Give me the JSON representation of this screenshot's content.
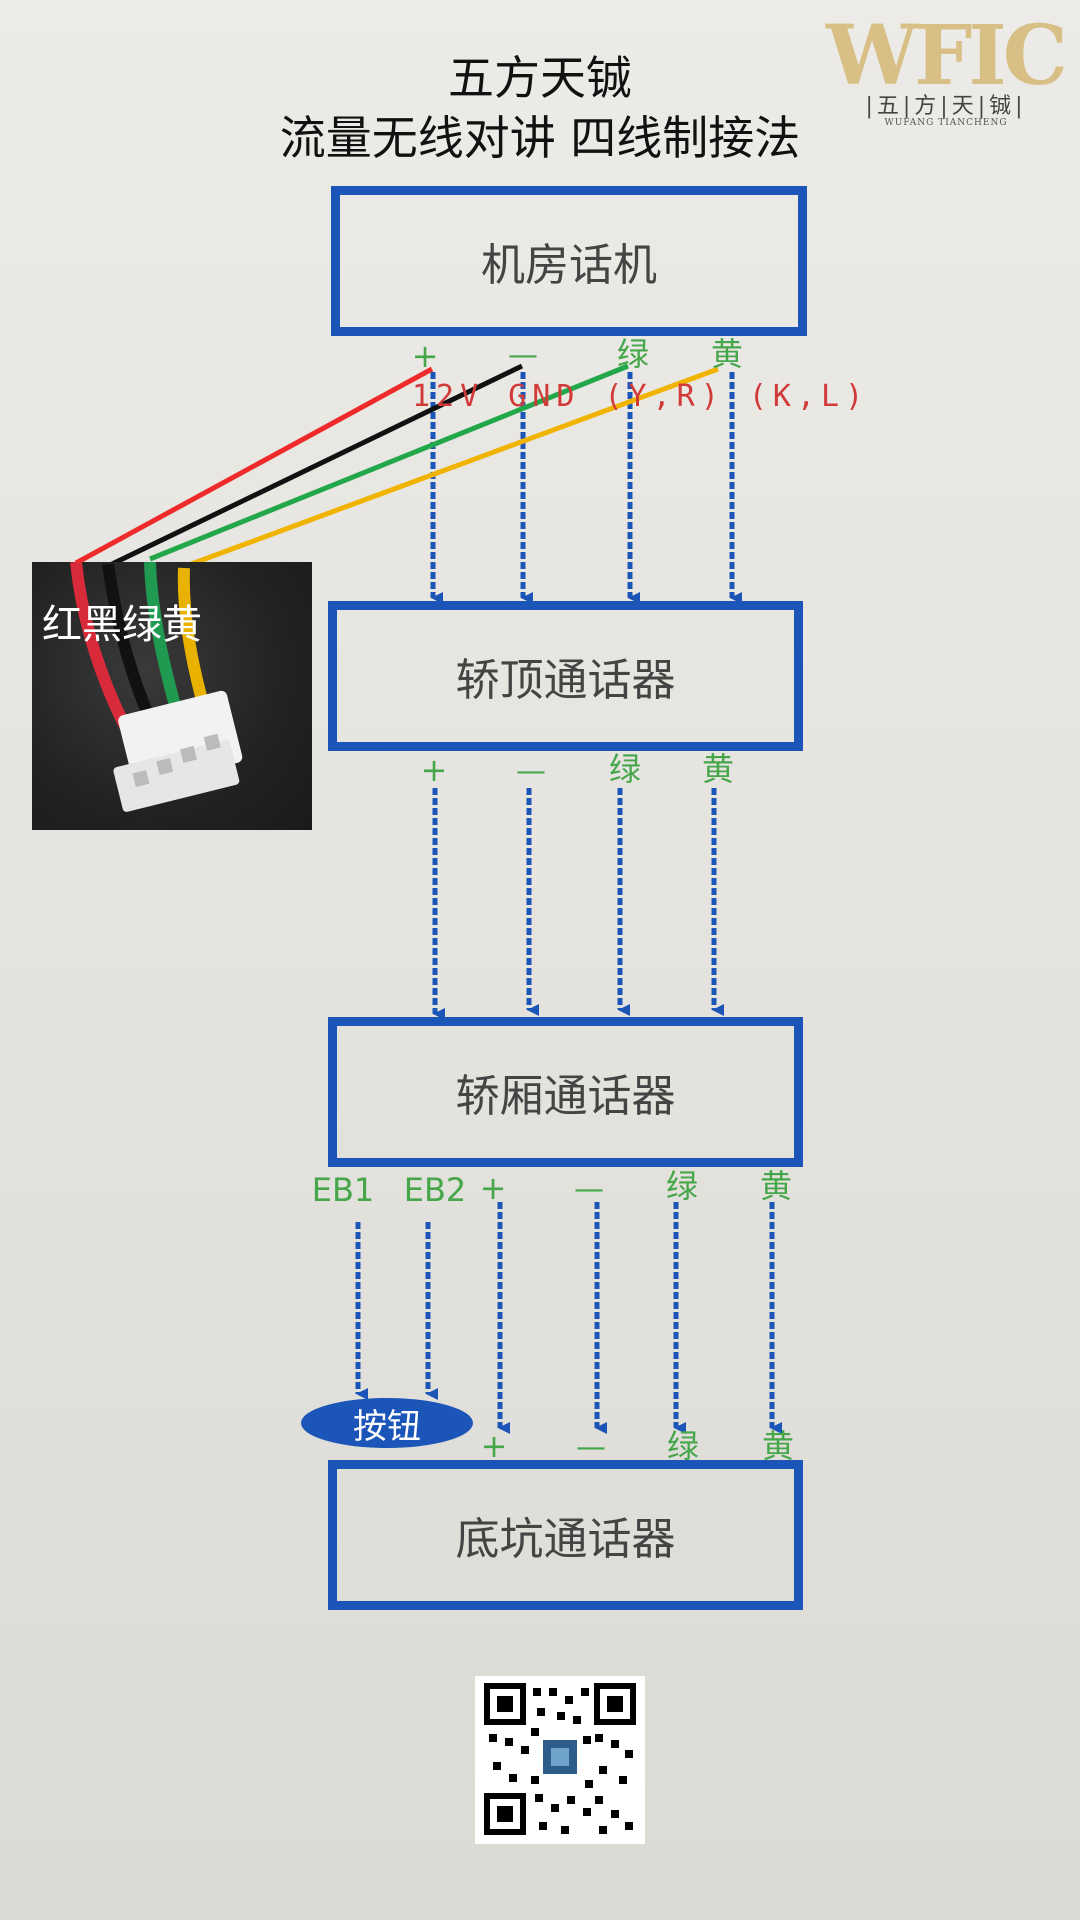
{
  "header": {
    "title_line1": "五方天铖",
    "title_line2": "流量无线对讲  四线制接法"
  },
  "logo": {
    "mark": "WFIC",
    "chinese": "|五|方|天|铖|",
    "pinyin": "WUFANG TIANCHENG",
    "color": "#d8bf86"
  },
  "boxes": {
    "machine_room": "机房话机",
    "car_top": "轿顶通话器",
    "car_inside": "轿厢通话器",
    "pit": "底坑通话器"
  },
  "terminals": {
    "row1": [
      "+",
      "—",
      "绿",
      "黄"
    ],
    "row1_signals": "12V GND (Y,R) (K,L)",
    "row2": [
      "+",
      "—",
      "绿",
      "黄"
    ],
    "row3": [
      "EB1",
      "EB2",
      "+",
      "—",
      "绿",
      "黄"
    ],
    "row4": [
      "+",
      "—",
      "绿",
      "黄"
    ]
  },
  "photo": {
    "label": "红黑绿黄"
  },
  "button": {
    "label": "按钮"
  },
  "colors": {
    "box_border": "#1b55b8",
    "arrow": "#1b55b8",
    "terminal_text": "#46a64a",
    "signal_text": "#d23a3a",
    "wire_red": "#ee2a2a",
    "wire_black": "#111111",
    "wire_green": "#22a84a",
    "wire_yellow": "#f0b400"
  }
}
